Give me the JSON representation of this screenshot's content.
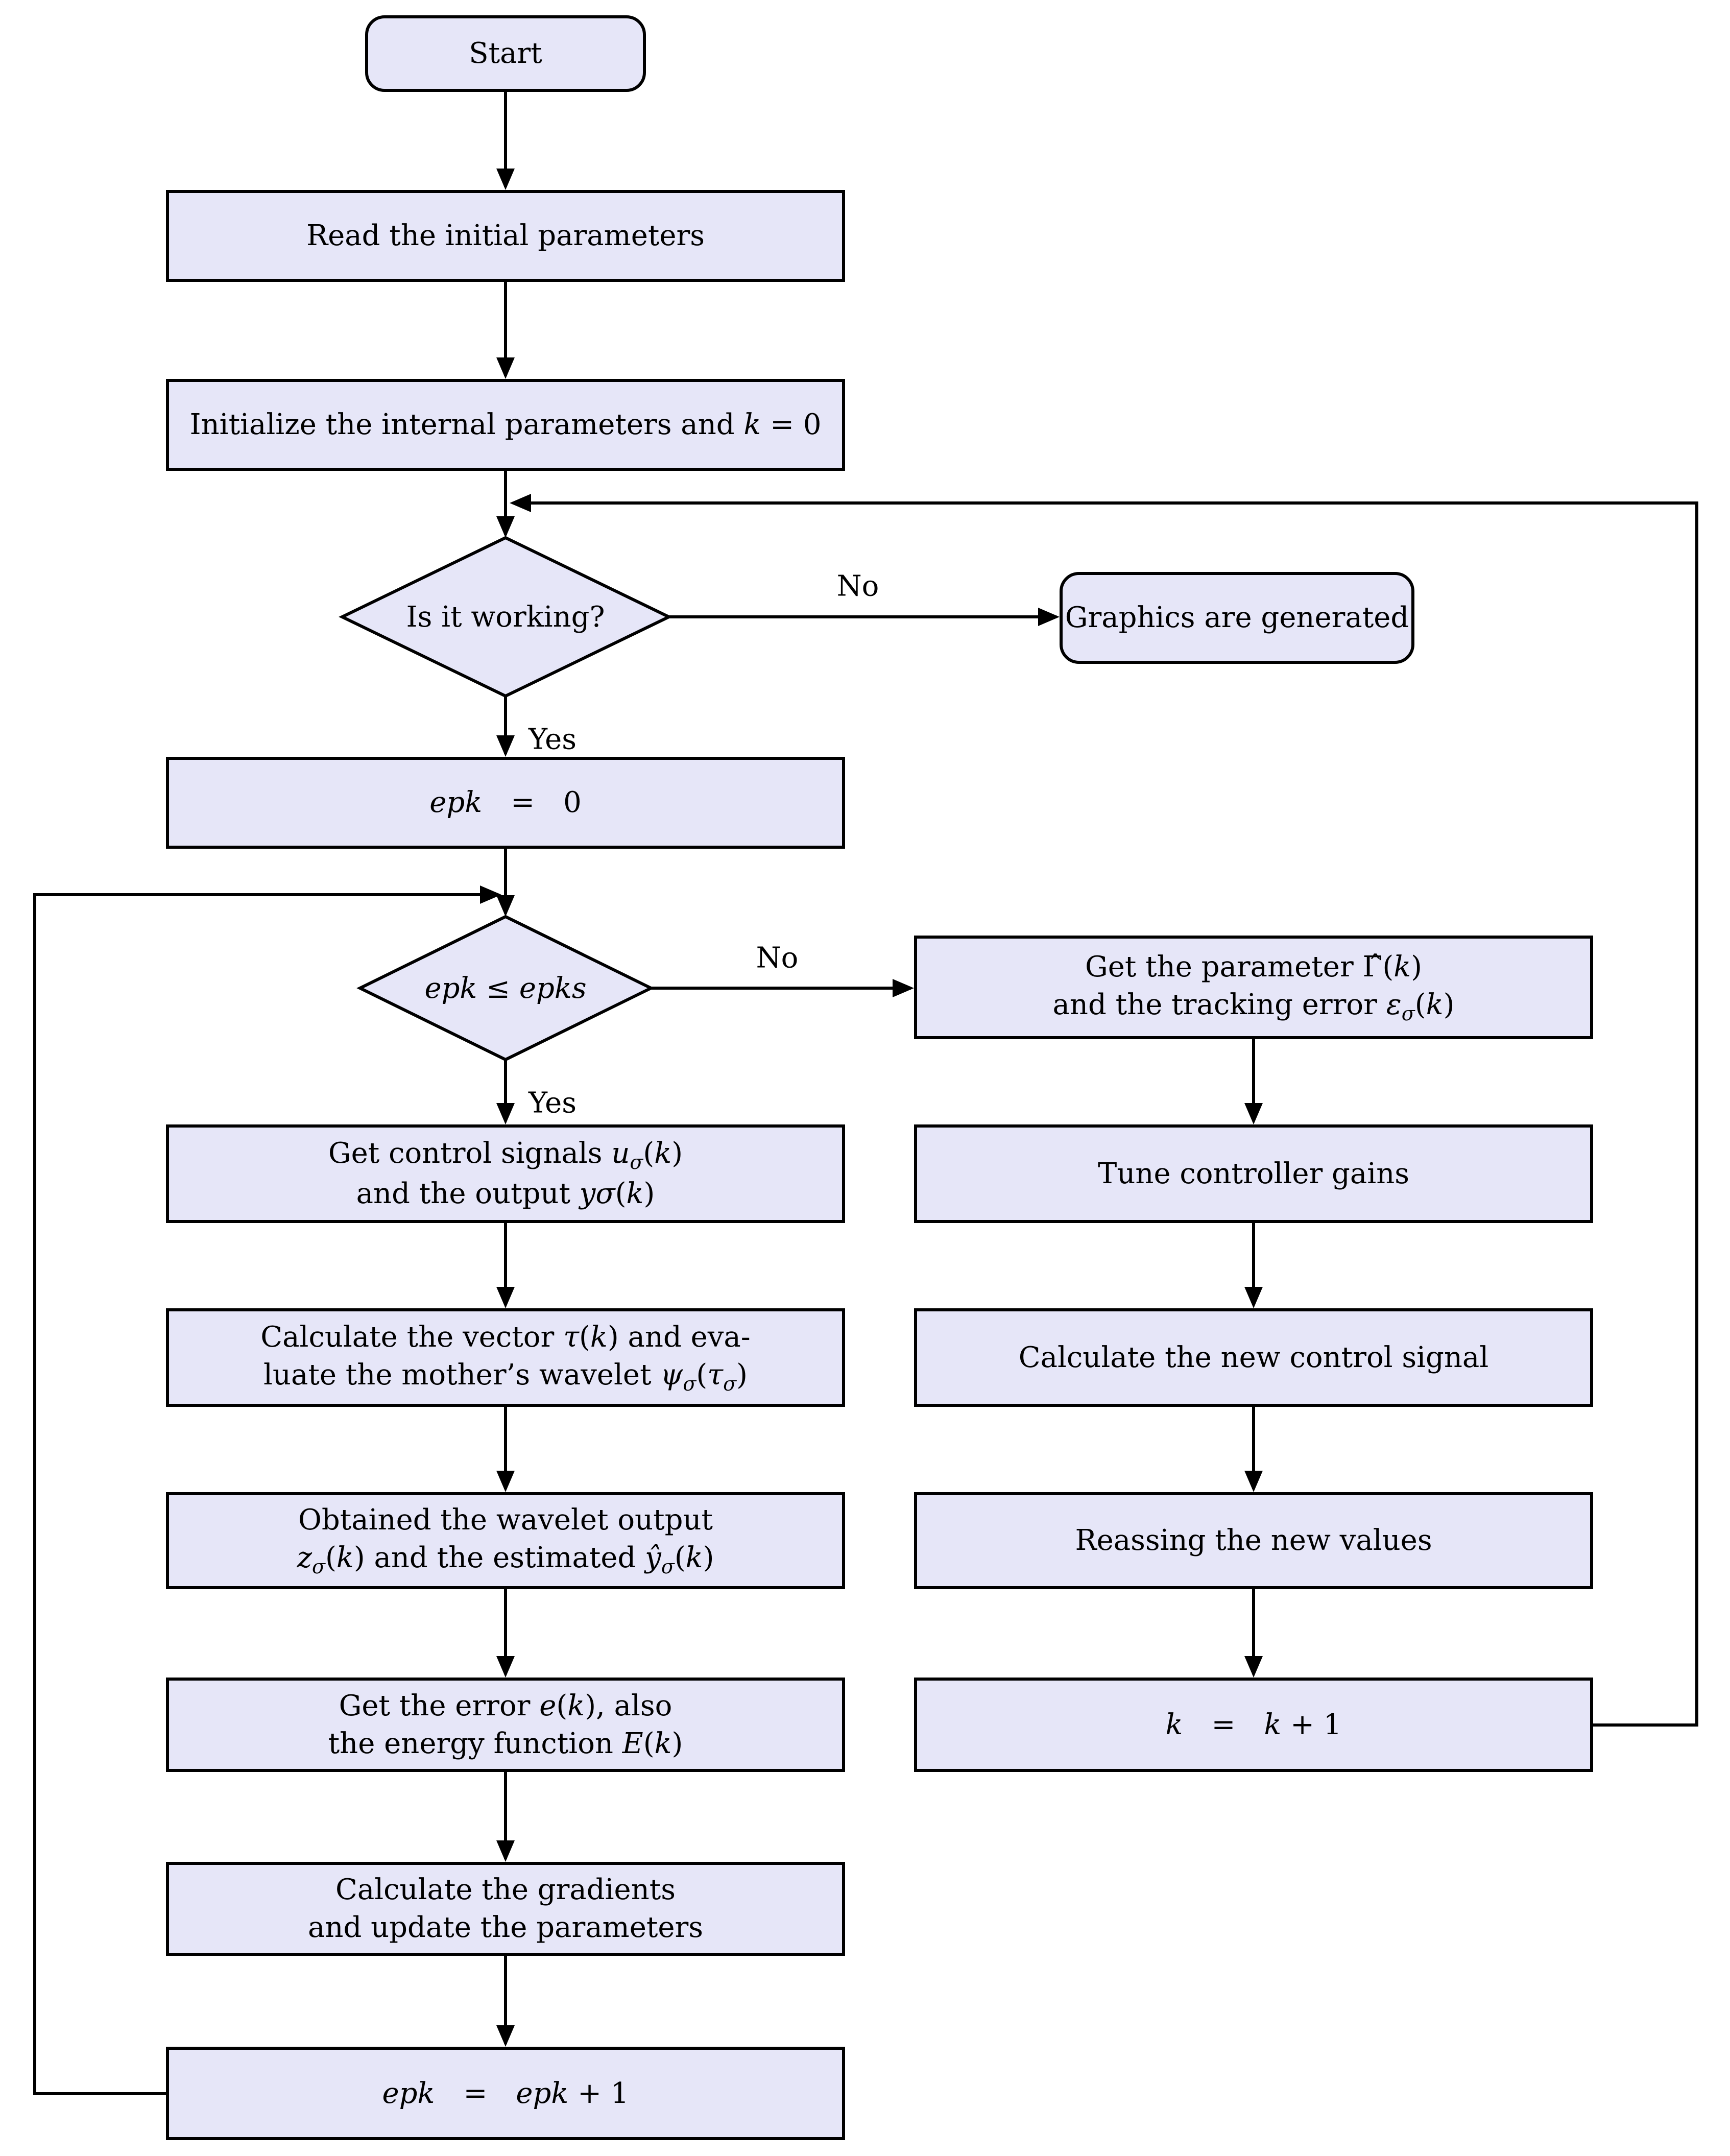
{
  "colors": {
    "node_fill": "#e6e6f8",
    "node_border": "#000000",
    "line": "#000000",
    "background": "#ffffff"
  },
  "nodes": {
    "start": "Start",
    "read_params": "Read the initial parameters",
    "init_params": "Initialize the internal parameters and <i>k</i> = 0",
    "is_working": "Is it working?",
    "graphics": "Graphics are generated",
    "epk_zero": "<i>epk</i>&emsp;=&emsp;0",
    "epk_check": "<i>epk</i> ≤ <i>epks</i>",
    "get_parameter": "Get the parameter Γ̂(<i>k</i>)<br>and the tracking error <i>ε</i><sub><i>σ</i></sub>(<i>k</i>)",
    "get_control": "Get control signals <i>u</i><sub><i>σ</i></sub>(<i>k</i>)<br>and the output <i>yσ</i>(<i>k</i>)",
    "calc_vector": "Calculate the vector <i>τ</i>(<i>k</i>) and eva-<br>luate the mother’s wavelet <i>ψ</i><sub><i>σ</i></sub>(<i>τ</i><sub><i>σ</i></sub>)",
    "wavelet_output": "Obtained the wavelet output<br><i>z</i><sub><i>σ</i></sub>(<i>k</i>) and the estimated <i>ŷ</i><sub><i>σ</i></sub>(<i>k</i>)",
    "get_error": "Get the error <i>e</i>(<i>k</i>), also<br>the energy function <i>E</i>(<i>k</i>)",
    "calc_gradients": "Calculate the gradients<br>and update the parameters",
    "epk_increment": "<i>epk</i>&emsp;=&emsp;<i>epk</i> + 1",
    "tune_gains": "Tune controller gains",
    "calc_new_control": "Calculate the new control signal",
    "reassign_values": "Reassing the new values",
    "k_increment": "<i>k</i>&emsp;=&emsp;<i>k</i> + 1"
  },
  "edge_labels": {
    "no_working": "No",
    "yes_working": "Yes",
    "no_epoch": "No",
    "yes_epoch": "Yes"
  }
}
